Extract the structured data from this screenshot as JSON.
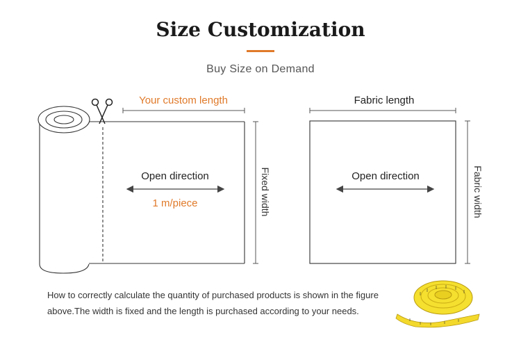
{
  "header": {
    "title": "Size Customization",
    "subtitle": "Buy Size on Demand",
    "accent_color": "#e07a2a"
  },
  "left_panel": {
    "top_label": "Your custom length",
    "center_label": "Open direction",
    "quantity_label": "1 m/piece",
    "side_label": "Fixed width",
    "icons": [
      "fabric-roll-icon",
      "scissors-icon"
    ]
  },
  "right_panel": {
    "top_label": "Fabric length",
    "center_label": "Open direction",
    "side_label": "Fabric width"
  },
  "footer": {
    "line1": "How to correctly calculate the quantity of purchased products is shown in the figure",
    "line2": "above.The width is fixed and the length is purchased according to your needs.",
    "icon": "tape-measure-icon"
  }
}
